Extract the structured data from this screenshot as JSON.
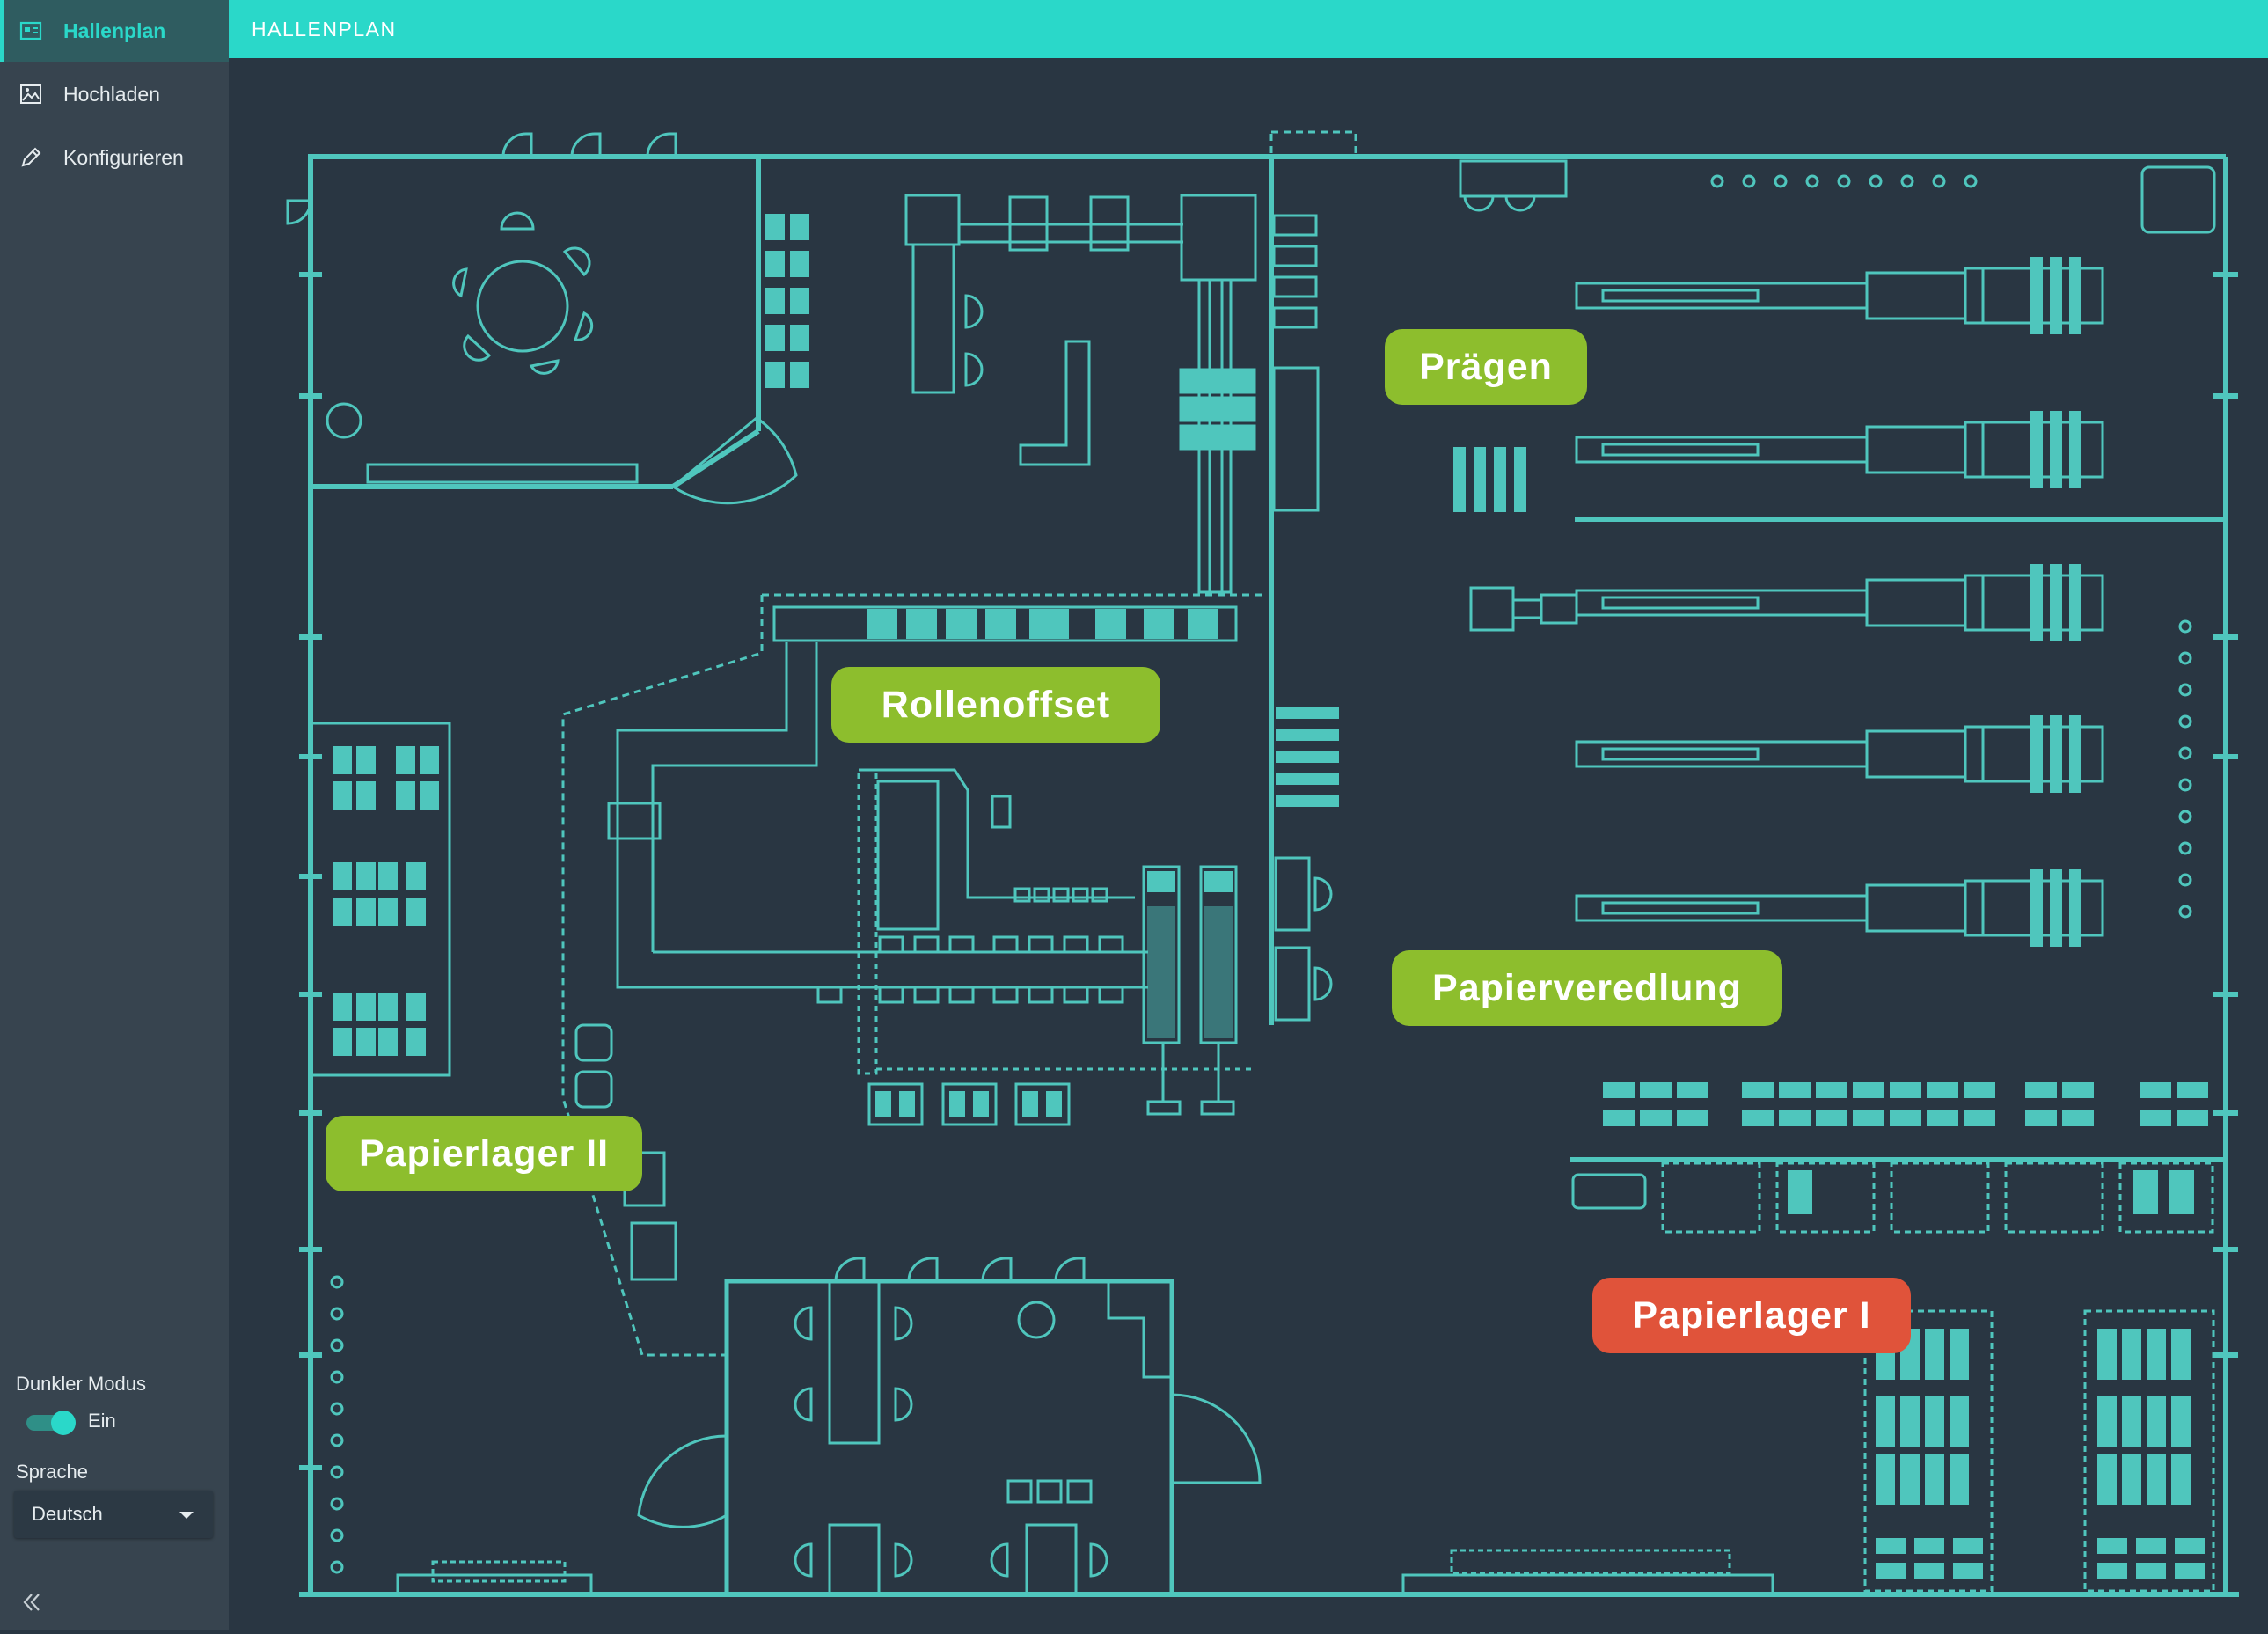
{
  "sidebar": {
    "items": [
      {
        "label": "Hallenplan",
        "icon": "floorplan-icon",
        "active": true
      },
      {
        "label": "Hochladen",
        "icon": "upload-image-icon",
        "active": false
      },
      {
        "label": "Konfigurieren",
        "icon": "pencil-icon",
        "active": false
      }
    ],
    "dark_mode_label": "Dunkler Modus",
    "dark_mode_state": "Ein",
    "language_label": "Sprache",
    "language_value": "Deutsch",
    "collapse_icon": "double-chevron-left-icon"
  },
  "header": {
    "title": "HALLENPLAN"
  },
  "floorplan": {
    "zones": [
      {
        "label": "Prägen",
        "status": "ok"
      },
      {
        "label": "Rollenoffset",
        "status": "ok"
      },
      {
        "label": "Papierveredlung",
        "status": "ok"
      },
      {
        "label": "Papierlager II",
        "status": "ok"
      },
      {
        "label": "Papierlager I",
        "status": "alert"
      }
    ]
  },
  "colors": {
    "accent": "#2ad8c9",
    "plan_line": "#4fc6bd",
    "background": "#293642",
    "sidebar": "#37444f",
    "zone_ok": "#8dbe2d",
    "zone_alert": "#e0533a"
  }
}
